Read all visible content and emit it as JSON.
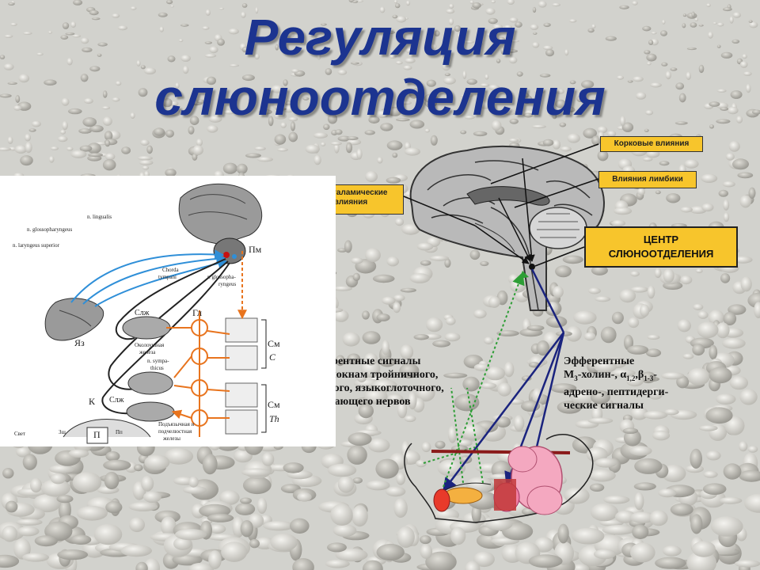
{
  "title": {
    "line1": "Регуляция",
    "line2": "слюноотделения"
  },
  "right_panel": {
    "cortical": "Корковые влияния",
    "limbic": "Влияния лимбики",
    "hypothalamic": "Гипоталамические влияния",
    "center_line1": "ЦЕНТР",
    "center_line2": "СЛЮНООТДЕЛЕНИЯ"
  },
  "afferent_text": "Афферентные сигналы\nпо волокнам тройничного,\nлицевого, языкоглоточного,\nблуждающего нервов",
  "efferent": {
    "line1_a": "Эфферентные",
    "line2_a": "М",
    "line2_sub1": "3",
    "line2_b": "-холин-, ",
    "alpha": "α",
    "alpha_sub": "1,2",
    "comma": ",",
    "beta": "β",
    "beta_sub": "1-3",
    "dash": "-",
    "line3": "адрено-, пептидерги-",
    "line4": "ческие сигналы"
  },
  "left_diagram": {
    "n_lingualis": "n. lingualis",
    "n_glosso": "n. glossopharyngeus",
    "n_laryngeus": "n. laryngeus superior",
    "chorda": "Chorda",
    "tympani": "tympani",
    "r_glosso": "r. glossopha-",
    "r_glosso2": "ryngeus",
    "pm": "Пм",
    "yaz": "Яз",
    "slzh1": "Слж",
    "gl": "Гл",
    "sm1": "См",
    "c_label": "C",
    "sm2": "См",
    "th_label": "Th",
    "okoloushnaya": "Околоушная",
    "zheleza": "железа",
    "n_sympa": "n. sympa-",
    "thicus": "thicus",
    "k_label": "К",
    "slzh2": "Слж",
    "p_label": "П",
    "zsh": "Зш",
    "pp": "Пп",
    "svet": "Свет",
    "podjazychnaya": "Подъязычная и",
    "podchelyust": "подчелюстная",
    "zhelezy": "железы"
  },
  "colors": {
    "title": "#1c3490",
    "label_box": "#f7c52c",
    "efferent_arrow": "#1a237e",
    "afferent_arrow": "#2e9e36",
    "left_afferent": "#2f8fd8",
    "left_symp": "#e8741e"
  },
  "icons": [
    "brain-sagittal-icon",
    "head-outline-icon",
    "salivary-glands-icon",
    "tongue-icon",
    "spinal-cord-icon"
  ]
}
